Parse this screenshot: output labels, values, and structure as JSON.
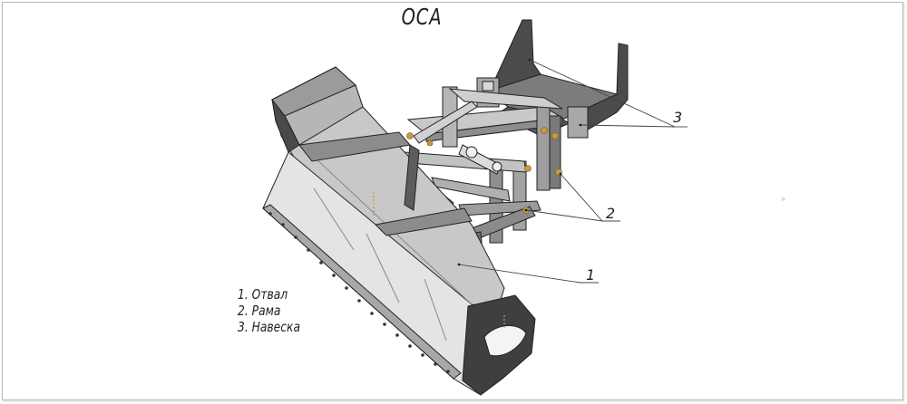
{
  "title": "ОСА",
  "legend": [
    "1. Отвал",
    "2. Рама",
    "3. Навеска"
  ],
  "callouts": {
    "blade": "1",
    "frame": "2",
    "hitch": "3"
  },
  "colors": {
    "metal_light": "#d4d4d4",
    "metal_mid": "#a9a9a9",
    "metal_dark": "#4a4a4a",
    "bolt": "#c89a3c",
    "line": "#333333"
  }
}
